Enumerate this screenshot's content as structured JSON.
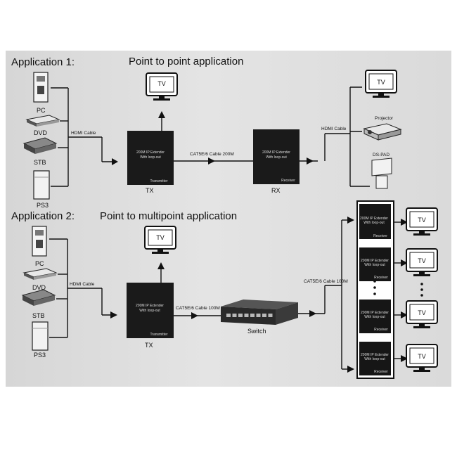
{
  "app1": {
    "heading": "Application 1:",
    "subtitle": "Point to point application",
    "sources": [
      "PC",
      "DVD",
      "STB",
      "PS3"
    ],
    "hdmi_in": "HDMI Cable",
    "tx_box_line1": "200M IP Extender",
    "tx_box_line2": "With loop-out",
    "tx_box_tag": "Transmitter",
    "tx_label": "TX",
    "link_label": "CAT5E/6 Cable 200M",
    "rx_box_line1": "200M IP Extender",
    "rx_box_line2": "With loop-out",
    "rx_box_tag": "Receiver",
    "rx_label": "RX",
    "hdmi_out": "HDMI Cable",
    "tv_loop": "TV",
    "tv_out": "TV",
    "projector": "Projector",
    "ds_pad": "DS-PAD"
  },
  "app2": {
    "heading": "Application 2:",
    "subtitle": "Point to multipoint application",
    "sources": [
      "PC",
      "DVD",
      "STB",
      "PS3"
    ],
    "hdmi_in": "HDMI Cable",
    "tx_box_line1": "200M IP Extender",
    "tx_box_line2": "With loop-out",
    "tx_box_tag": "Transmitter",
    "tx_label": "TX",
    "link_label": "CAT5E/6 Cable 100M",
    "switch_label": "Switch",
    "out_link_label": "CAT5E/6 Cable 100M",
    "tv_loop": "TV",
    "receivers": [
      {
        "line1": "200M IP Extender",
        "line2": "With loop-out",
        "tag": "Receiver"
      },
      {
        "line1": "200M IP Extender",
        "line2": "With loop-out",
        "tag": "Receiver"
      },
      {
        "line1": "200M IP Extender",
        "line2": "With loop-out",
        "tag": "Receiver"
      },
      {
        "line1": "200M IP Extender",
        "line2": "With loop-out",
        "tag": "Receiver"
      }
    ],
    "tvs": [
      "TV",
      "TV",
      "TV",
      "TV"
    ]
  }
}
